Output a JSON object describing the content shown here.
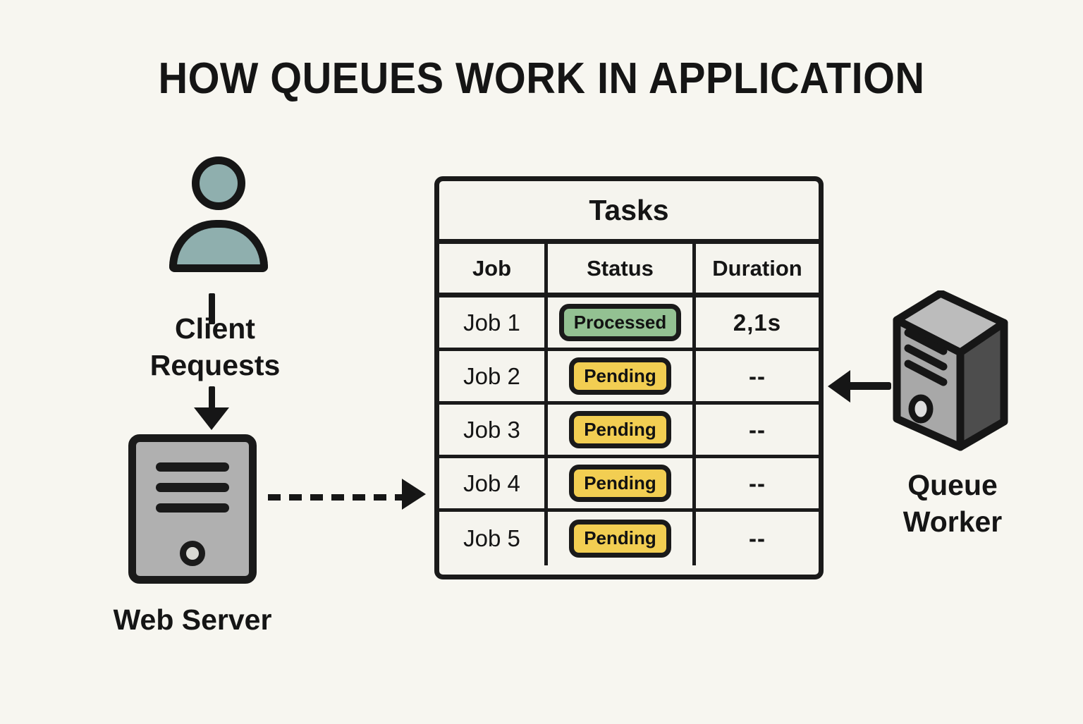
{
  "title": "HOW QUEUES WORK IN APPLICATION",
  "background_color": "#f7f6f0",
  "ink_color": "#161616",
  "client": {
    "icon": "user-icon",
    "icon_color": "#8fafae",
    "label_line1": "Client",
    "label_line2": "Requests"
  },
  "web_server": {
    "icon": "server-rack-icon",
    "icon_color": "#b0b0b0",
    "label": "Web Server"
  },
  "queue_worker": {
    "icon": "server-tower-icon",
    "icon_front_color": "#a8a8a8",
    "icon_side_color": "#4d4d4d",
    "icon_top_color": "#bcbcbc",
    "label_line1": "Queue",
    "label_line2": "Worker"
  },
  "connections": {
    "client_to_server": "down-arrow",
    "server_to_table": "dashed-right-arrow",
    "worker_to_table": "solid-left-arrow"
  },
  "table": {
    "title": "Tasks",
    "columns": [
      "Job",
      "Status",
      "Duration"
    ],
    "status_colors": {
      "Processed": "#93c192",
      "Pending": "#f2ce52"
    },
    "rows": [
      {
        "job": "Job 1",
        "status": "Processed",
        "status_kind": "processed",
        "duration": "2,1s"
      },
      {
        "job": "Job 2",
        "status": "Pending",
        "status_kind": "pending",
        "duration": "--"
      },
      {
        "job": "Job 3",
        "status": "Pending",
        "status_kind": "pending",
        "duration": "--"
      },
      {
        "job": "Job 4",
        "status": "Pending",
        "status_kind": "pending",
        "duration": "--"
      },
      {
        "job": "Job 5",
        "status": "Pending",
        "status_kind": "pending",
        "duration": "--"
      }
    ]
  }
}
